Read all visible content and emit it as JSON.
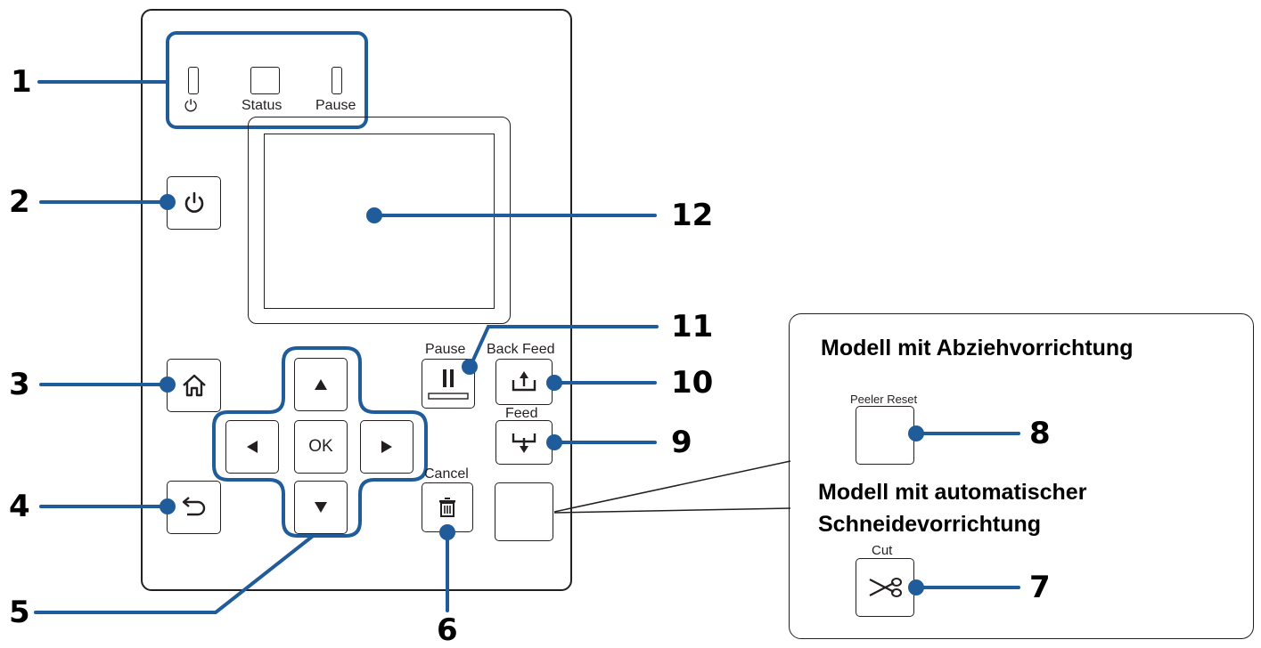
{
  "indicators": {
    "power_label": "⏻",
    "status_label": "Status",
    "pause_label": "Pause"
  },
  "buttons": {
    "ok_label": "OK",
    "pause_label": "Pause",
    "back_feed_label": "Back Feed",
    "feed_label": "Feed",
    "cancel_label": "Cancel",
    "peeler_reset_label": "Peeler Reset",
    "cut_label": "Cut"
  },
  "callouts": {
    "n1": "1",
    "n2": "2",
    "n3": "3",
    "n4": "4",
    "n5": "5",
    "n6": "6",
    "n7": "7",
    "n8": "8",
    "n9": "9",
    "n10": "10",
    "n11": "11",
    "n12": "12"
  },
  "inset": {
    "peeler_model_title": "Modell mit Abziehvorrichtung",
    "cutter_model_title_line1": "Modell mit automatischer",
    "cutter_model_title_line2": "Schneidevorrichtung"
  },
  "colors": {
    "callout_line": "#1f5c99",
    "outline": "#231f20"
  },
  "icons": [
    "power-led-icon",
    "power-icon",
    "home-icon",
    "back-icon",
    "up-arrow-icon",
    "down-arrow-icon",
    "left-arrow-icon",
    "right-arrow-icon",
    "pause-icon",
    "back-feed-icon",
    "feed-icon",
    "trash-icon",
    "scissors-icon"
  ]
}
